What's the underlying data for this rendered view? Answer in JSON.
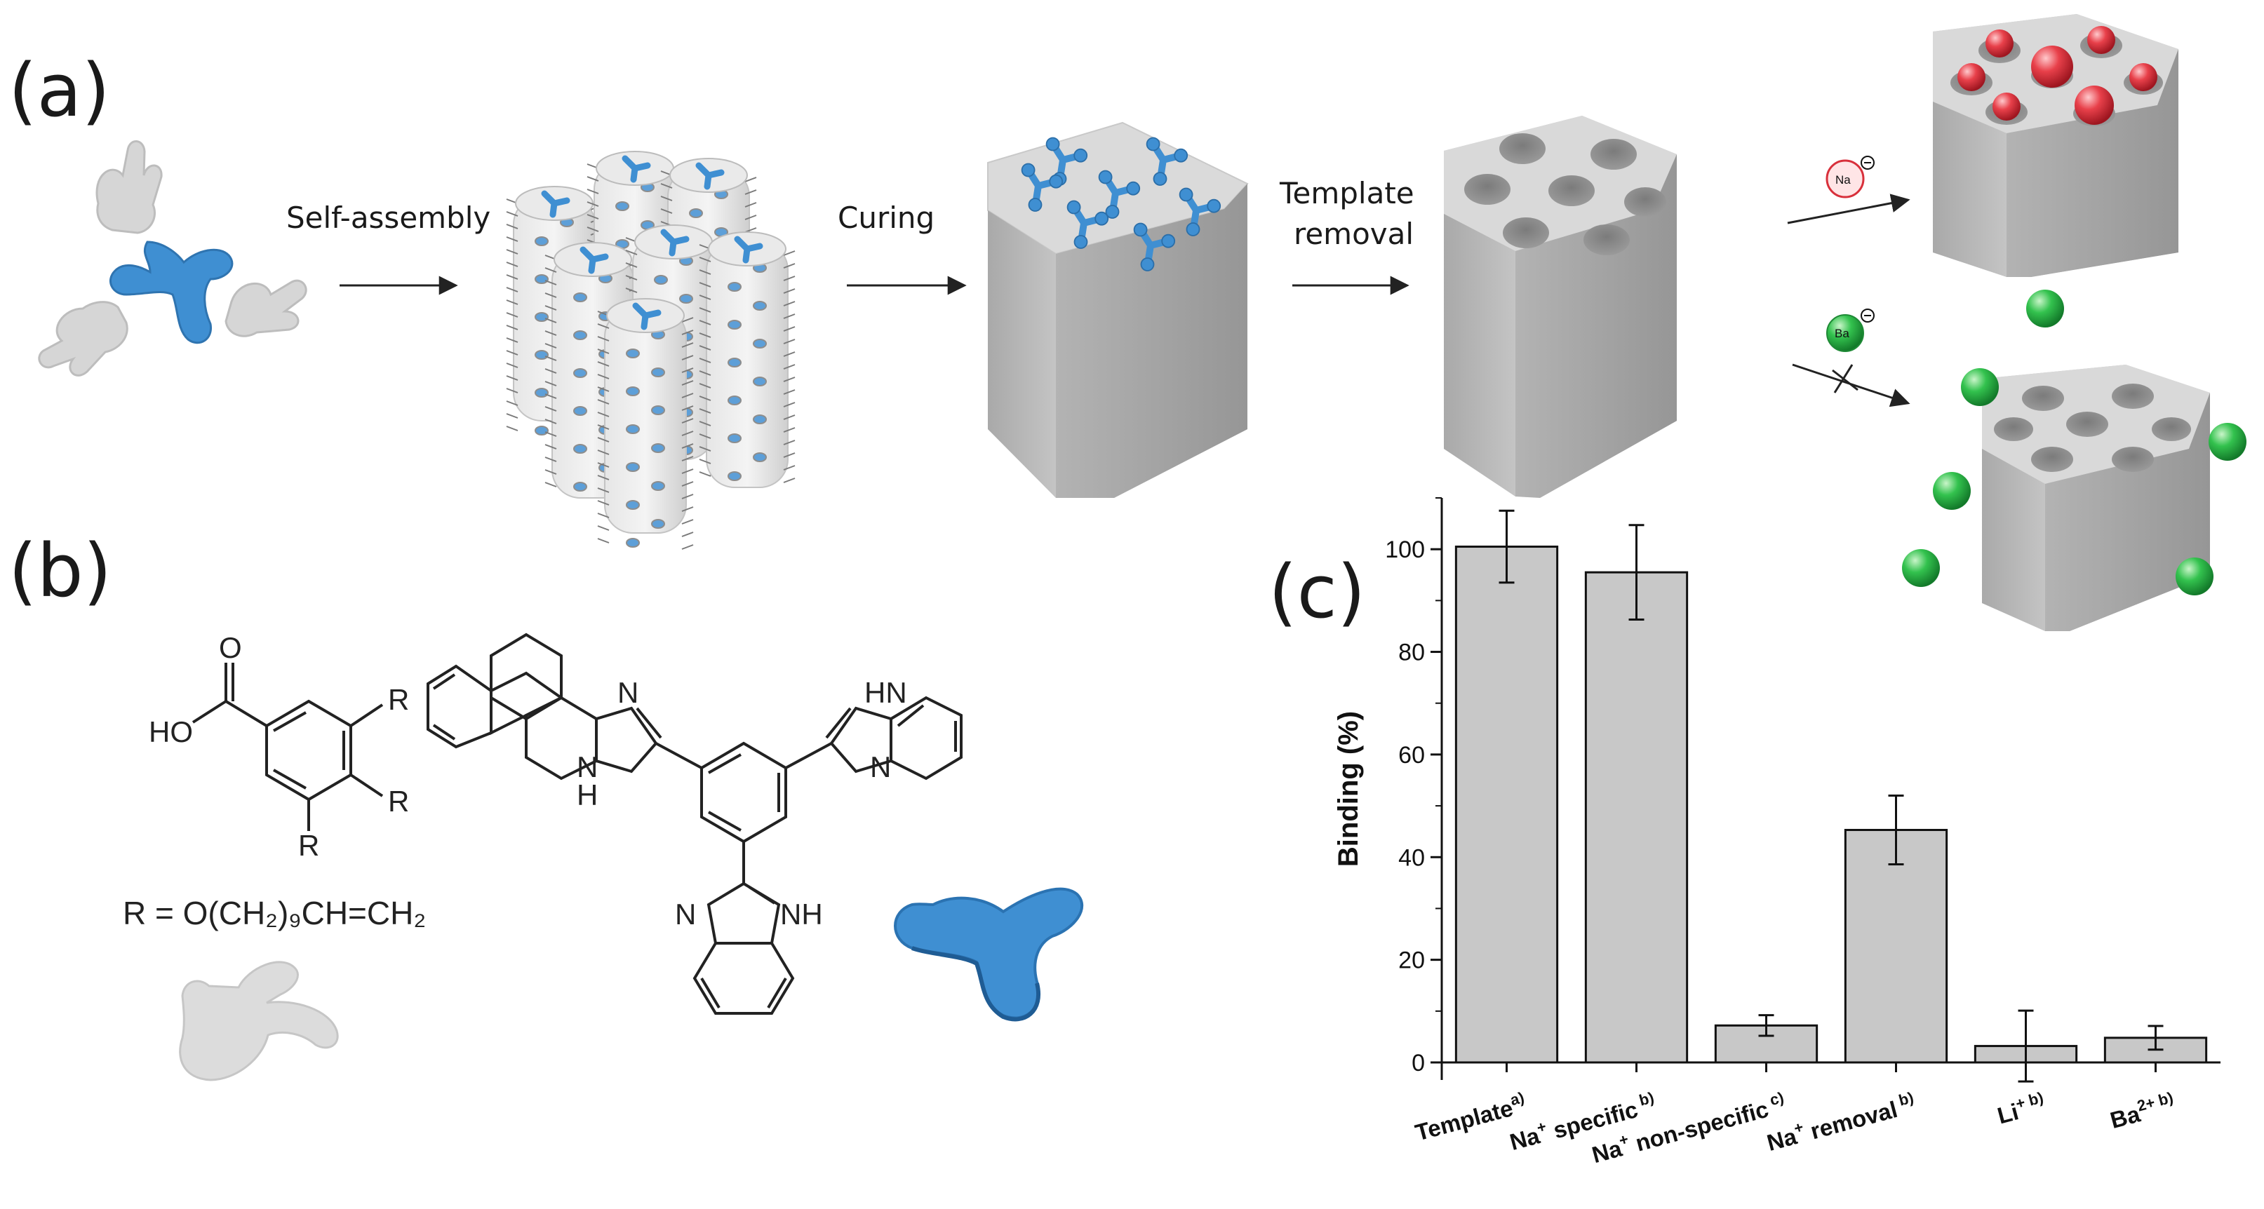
{
  "panels": {
    "a": "(a)",
    "b": "(b)",
    "c": "(c)"
  },
  "steps": {
    "self_assembly": "Self-assembly",
    "curing": "Curing",
    "template_removal_1": "Template",
    "template_removal_2": "removal"
  },
  "ions": {
    "na": "Na",
    "ba": "Ba"
  },
  "chemistry": {
    "acid_ho": "HO",
    "acid_o": "O",
    "r_sub": "R",
    "r_definition": "R = O(CH₂)₉CH=CH₂",
    "nh_upper_left": "N",
    "h_upper_left": "H",
    "n_upper_left": "N",
    "hn_upper_right": "HN",
    "n_upper_right": "N",
    "n_lower": "N",
    "nh_lower": "NH"
  },
  "colors": {
    "template_blue": "#3f8fd2",
    "hand_grey": "#d4d4d4",
    "prism_top": "#d9d9d9",
    "prism_front": "#bdbdbd",
    "prism_side": "#a3a3a3",
    "na_red": "#e0303a",
    "ba_green": "#2fb84a",
    "bar_fill": "#c8c8c8"
  },
  "chart_data": {
    "type": "bar",
    "categories": [
      "Template a)",
      "Na+ specific b)",
      "Na+ non-specific c)",
      "Na+ removal b)",
      "Li+ b)",
      "Ba2+ b)"
    ],
    "category_parts": [
      {
        "main": "Template",
        "sup": "a)"
      },
      {
        "main": "Na",
        "sup": "+",
        "rest": " specific",
        "sup2": "b)"
      },
      {
        "main": "Na",
        "sup": "+",
        "rest": " non-specific",
        "sup2": "c)"
      },
      {
        "main": "Na",
        "sup": "+",
        "rest": " removal",
        "sup2": "b)"
      },
      {
        "main": "Li",
        "sup": "+ b)"
      },
      {
        "main": "Ba",
        "sup": "2+ b)"
      }
    ],
    "values": [
      100.5,
      95.5,
      7.2,
      45.3,
      3.2,
      4.8
    ],
    "errors": [
      7.0,
      9.2,
      2.0,
      6.7,
      6.9,
      2.3
    ],
    "ylabel": "Binding (%)",
    "xlabel": "",
    "ylim": [
      -5,
      110
    ],
    "yticks": [
      0,
      20,
      40,
      60,
      80,
      100
    ],
    "grid": false
  }
}
